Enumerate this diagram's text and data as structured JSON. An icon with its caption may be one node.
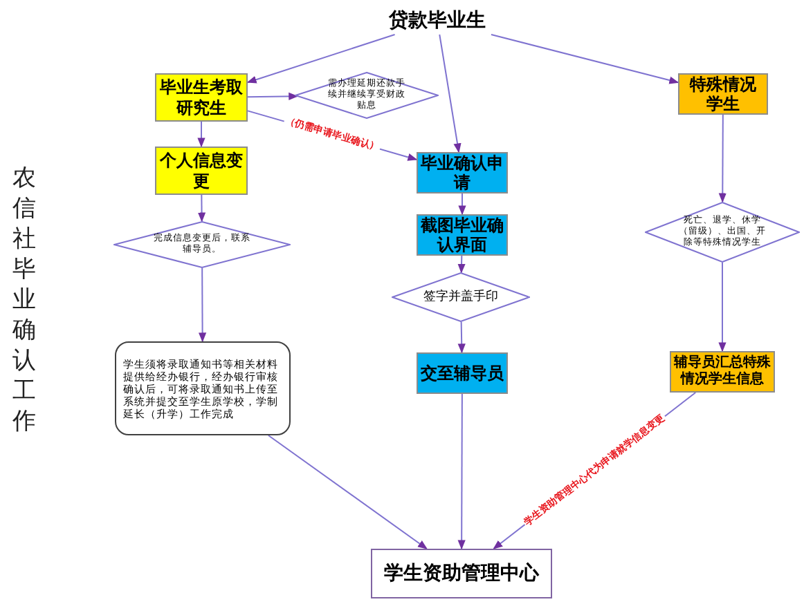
{
  "diagram": {
    "nodes": [
      {
        "text": [
          "贷款毕业生"
        ]
      },
      {
        "text": [
          "毕业生考取研究生"
        ]
      },
      {
        "text": [
          "需办理延期还款手续并继续享受财政贴息"
        ]
      },
      {
        "text": [
          "个人信息变更"
        ]
      },
      {
        "text": [
          "完成信息变更后，联系辅导员。"
        ]
      },
      {
        "text": [
          "学生须将录取通知书等相关材料提供给经办银行，经办银行审核确认后，可将录取通知书上传至系统并提交至学生原学校，学制延长（升学）工作完成"
        ]
      },
      {
        "text": [
          "毕业确认申请"
        ]
      },
      {
        "text": [
          "截图毕业确认界面"
        ]
      },
      {
        "text": [
          "签字并盖手印"
        ]
      },
      {
        "text": [
          "交至辅导员"
        ]
      },
      {
        "text": [
          "特殊情况学生"
        ]
      },
      {
        "text": [
          "死亡、退学、休学（留级）、出国、开除等特殊情况学生"
        ]
      },
      {
        "text": [
          "辅导员汇总特殊情况学生信息"
        ]
      },
      {
        "text": [
          "学生资助管理中心"
        ]
      }
    ],
    "edges": [
      {
        "from": 0,
        "to": 1,
        "arrow": "to"
      },
      {
        "from": 0,
        "to": 6,
        "arrow": "to"
      },
      {
        "from": 0,
        "to": 10,
        "arrow": "to"
      },
      {
        "from": 1,
        "to": 2,
        "arrow": "to"
      },
      {
        "from": 1,
        "to": 3,
        "arrow": "to"
      },
      {
        "from": 1,
        "to": 6,
        "arrow": "to",
        "label": "（仍需申请毕业确认）"
      },
      {
        "from": 3,
        "to": 4,
        "arrow": "to"
      },
      {
        "from": 4,
        "to": 5,
        "arrow": "to"
      },
      {
        "from": 5,
        "to": 13,
        "arrow": "to"
      },
      {
        "from": 6,
        "to": 7,
        "arrow": "to"
      },
      {
        "from": 7,
        "to": 8,
        "arrow": "to"
      },
      {
        "from": 8,
        "to": 9,
        "arrow": "to"
      },
      {
        "from": 9,
        "to": 13,
        "arrow": "to"
      },
      {
        "from": 10,
        "to": 11,
        "arrow": "to"
      },
      {
        "from": 11,
        "to": 12,
        "arrow": "to"
      },
      {
        "from": 12,
        "to": 13,
        "arrow": "to",
        "label": "学生资助管理中心代为申请就学信息变更"
      }
    ],
    "labels": [
      "农信社毕业确认工作"
    ]
  }
}
